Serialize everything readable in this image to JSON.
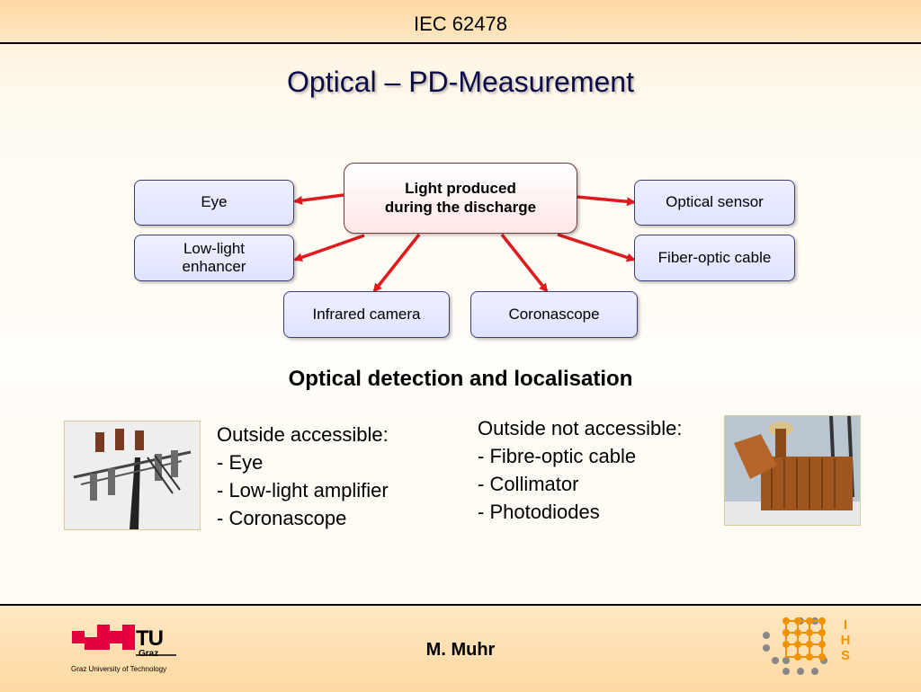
{
  "header": {
    "title": "IEC 62478"
  },
  "slide": {
    "title": "Optical – PD-Measurement",
    "diagram": {
      "center": [
        "Light produced",
        "during the discharge"
      ],
      "left": [
        "Eye",
        "Low-light",
        "enhancer"
      ],
      "right": [
        "Optical sensor",
        "Fiber-optic cable"
      ],
      "bottom": [
        "Infrared camera",
        "Coronascope"
      ]
    },
    "subtitle": "Optical detection and localisation",
    "outside_accessible": {
      "heading": "Outside accessible:",
      "items": [
        "- Eye",
        "- Low-light amplifier",
        "- Coronascope"
      ]
    },
    "outside_not_accessible": {
      "heading": "Outside not accessible:",
      "items": [
        "- Fibre-optic cable",
        "- Collimator",
        "- Photodiodes"
      ]
    }
  },
  "footer": {
    "author": "M. Muhr",
    "tu_logo": {
      "tu": "TU",
      "graz": "Graz",
      "caption": "Graz University of Technology"
    },
    "ihs_logo": {
      "letters": [
        "I",
        "H",
        "S"
      ]
    }
  },
  "colors": {
    "arrow": "#e0191c",
    "box_fill": "#e6e9ff",
    "accent_orange": "#f39200"
  }
}
